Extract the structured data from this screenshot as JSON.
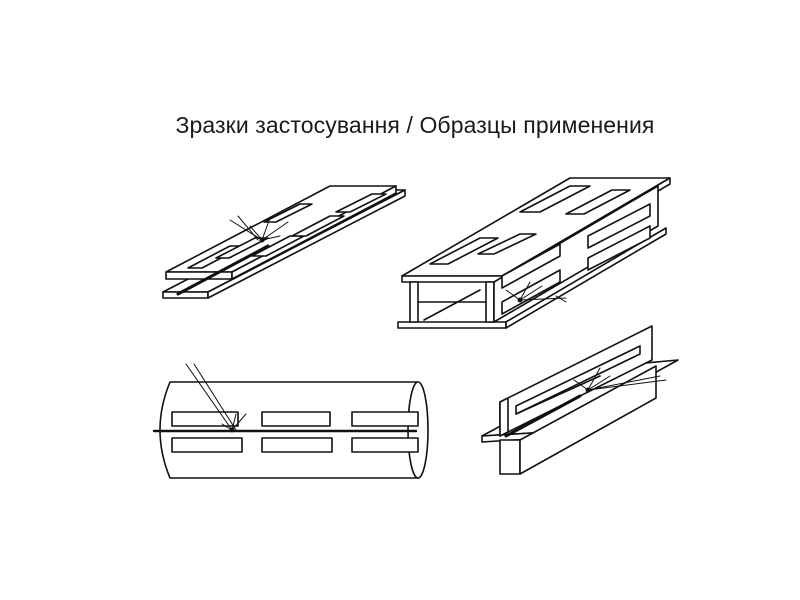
{
  "title": "Зразки застосування / Образцы применения",
  "figures": [
    {
      "name": "lap-joint-plates",
      "icon": "lap-plate-weld-illustration"
    },
    {
      "name": "box-beam",
      "icon": "box-beam-weld-illustration"
    },
    {
      "name": "pipe-seam",
      "icon": "pipe-weld-illustration"
    },
    {
      "name": "t-profile",
      "icon": "t-beam-weld-illustration"
    }
  ]
}
